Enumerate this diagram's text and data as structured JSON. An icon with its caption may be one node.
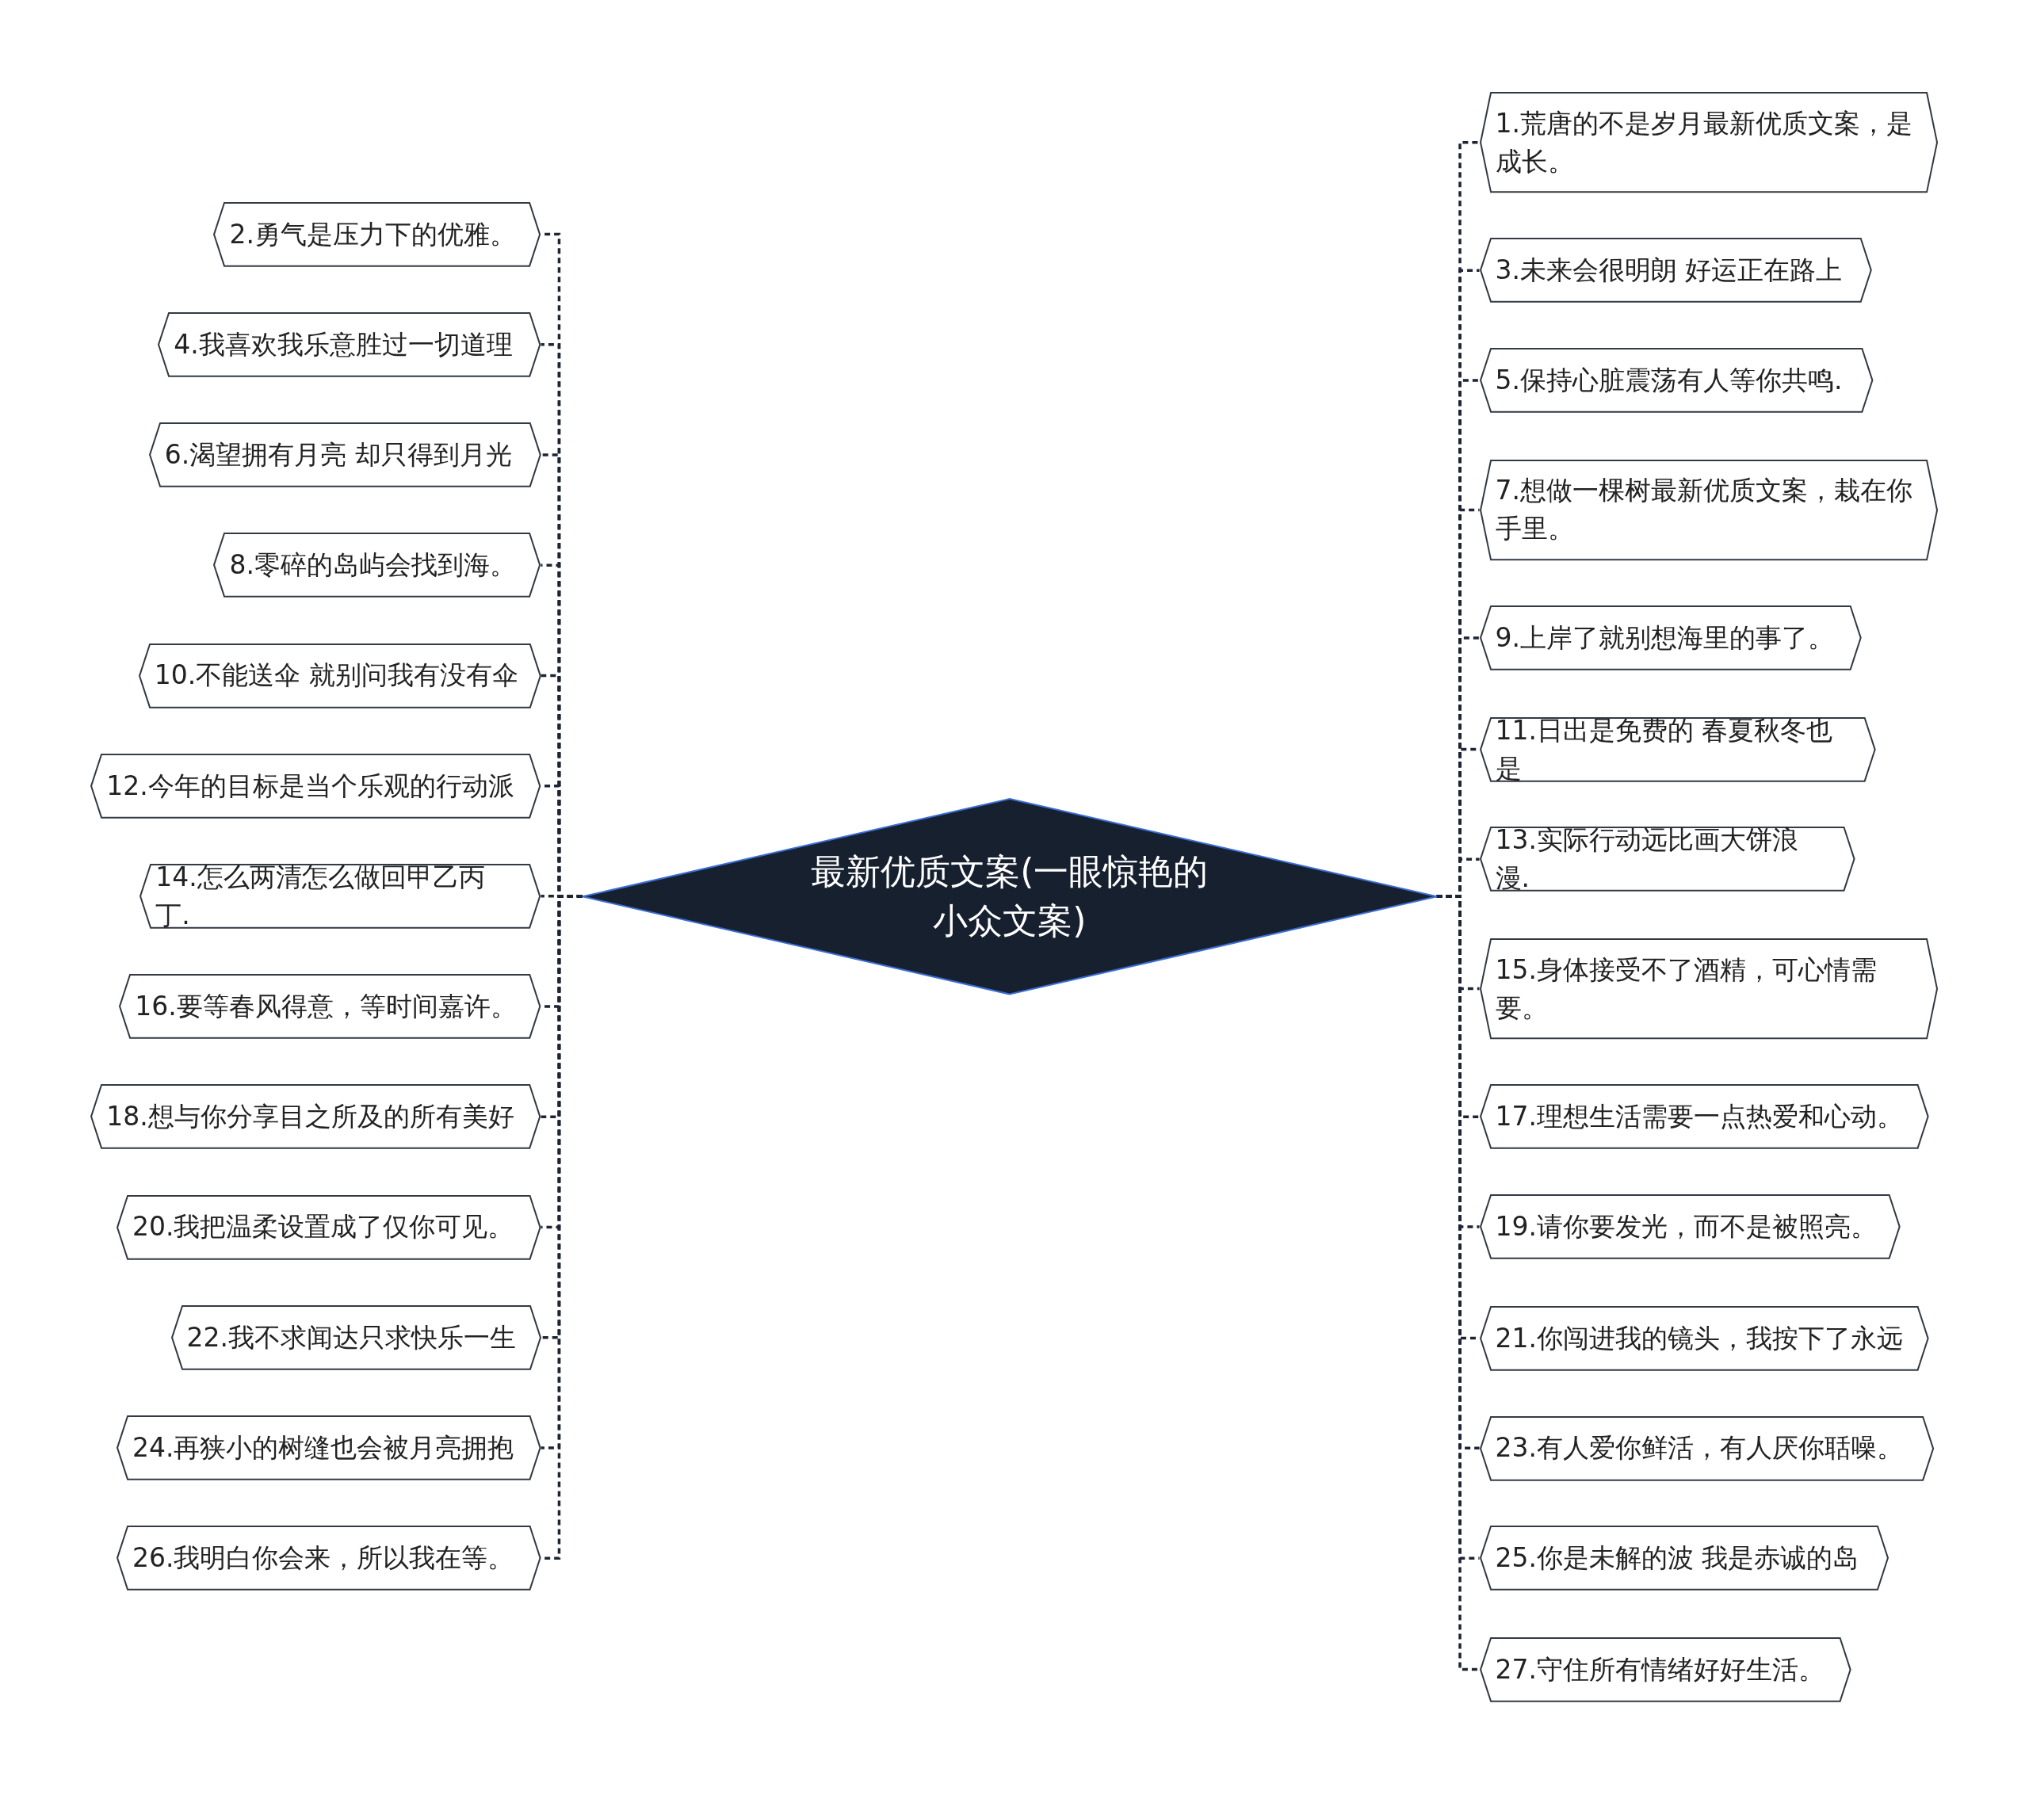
{
  "diagram": {
    "nodes": [
      {
        "text": [
          "最新优质文案(一眼惊艳的小众文案)"
        ]
      },
      {
        "text": [
          "1.荒唐的不是岁月最新优质文案，是成长。"
        ]
      },
      {
        "text": [
          "2.勇气是压力下的优雅。"
        ]
      },
      {
        "text": [
          "3.未来会很明朗 好运正在路上"
        ]
      },
      {
        "text": [
          "4.我喜欢我乐意胜过一切道理"
        ]
      },
      {
        "text": [
          "5.保持心脏震荡有人等你共鸣."
        ]
      },
      {
        "text": [
          "6.渴望拥有月亮 却只得到月光"
        ]
      },
      {
        "text": [
          "7.想做一棵树最新优质文案，栽在你手里。"
        ]
      },
      {
        "text": [
          "8.零碎的岛屿会找到海。"
        ]
      },
      {
        "text": [
          "9.上岸了就别想海里的事了。"
        ]
      },
      {
        "text": [
          "10.不能送伞 就别问我有没有伞"
        ]
      },
      {
        "text": [
          "11.日出是免费的 春夏秋冬也是"
        ]
      },
      {
        "text": [
          "12.今年的目标是当个乐观的行动派"
        ]
      },
      {
        "text": [
          "13.实际行动远比画大饼浪漫."
        ]
      },
      {
        "text": [
          "14.怎么两清怎么做回甲乙丙丁."
        ]
      },
      {
        "text": [
          "15.身体接受不了酒精，可心情需要。"
        ]
      },
      {
        "text": [
          "16.要等春风得意，等时间嘉许。"
        ]
      },
      {
        "text": [
          "17.理想生活需要一点热爱和心动。"
        ]
      },
      {
        "text": [
          "18.想与你分享目之所及的所有美好"
        ]
      },
      {
        "text": [
          "19.请你要发光，而不是被照亮。"
        ]
      },
      {
        "text": [
          "20.我把温柔设置成了仅你可见。"
        ]
      },
      {
        "text": [
          "21.你闯进我的镜头，我按下了永远"
        ]
      },
      {
        "text": [
          "22.我不求闻达只求快乐一生"
        ]
      },
      {
        "text": [
          "23.有人爱你鲜活，有人厌你聒噪。"
        ]
      },
      {
        "text": [
          "24.再狭小的树缝也会被月亮拥抱"
        ]
      },
      {
        "text": [
          "25.你是未解的波 我是赤诚的岛"
        ]
      },
      {
        "text": [
          "26.我明白你会来，所以我在等。"
        ]
      },
      {
        "text": [
          "27.守住所有情绪好好生活。"
        ]
      }
    ],
    "edges": [
      {
        "from": 0,
        "to": 1,
        "arrow": "none",
        "style": "dashed"
      },
      {
        "from": 0,
        "to": 2,
        "arrow": "none",
        "style": "dashed"
      },
      {
        "from": 0,
        "to": 3,
        "arrow": "none",
        "style": "dashed"
      },
      {
        "from": 0,
        "to": 4,
        "arrow": "none",
        "style": "dashed"
      },
      {
        "from": 0,
        "to": 5,
        "arrow": "none",
        "style": "dashed"
      },
      {
        "from": 0,
        "to": 6,
        "arrow": "none",
        "style": "dashed"
      },
      {
        "from": 0,
        "to": 7,
        "arrow": "none",
        "style": "dashed"
      },
      {
        "from": 0,
        "to": 8,
        "arrow": "none",
        "style": "dashed"
      },
      {
        "from": 0,
        "to": 9,
        "arrow": "none",
        "style": "dashed"
      },
      {
        "from": 0,
        "to": 10,
        "arrow": "none",
        "style": "dashed"
      },
      {
        "from": 0,
        "to": 11,
        "arrow": "none",
        "style": "dashed"
      },
      {
        "from": 0,
        "to": 12,
        "arrow": "none",
        "style": "dashed"
      },
      {
        "from": 0,
        "to": 13,
        "arrow": "none",
        "style": "dashed"
      },
      {
        "from": 0,
        "to": 14,
        "arrow": "none",
        "style": "dashed"
      },
      {
        "from": 0,
        "to": 15,
        "arrow": "none",
        "style": "dashed"
      },
      {
        "from": 0,
        "to": 16,
        "arrow": "none",
        "style": "dashed"
      },
      {
        "from": 0,
        "to": 17,
        "arrow": "none",
        "style": "dashed"
      },
      {
        "from": 0,
        "to": 18,
        "arrow": "none",
        "style": "dashed"
      },
      {
        "from": 0,
        "to": 19,
        "arrow": "none",
        "style": "dashed"
      },
      {
        "from": 0,
        "to": 20,
        "arrow": "none",
        "style": "dashed"
      },
      {
        "from": 0,
        "to": 21,
        "arrow": "none",
        "style": "dashed"
      },
      {
        "from": 0,
        "to": 22,
        "arrow": "none",
        "style": "dashed"
      },
      {
        "from": 0,
        "to": 23,
        "arrow": "none",
        "style": "dashed"
      },
      {
        "from": 0,
        "to": 24,
        "arrow": "none",
        "style": "dashed"
      },
      {
        "from": 0,
        "to": 25,
        "arrow": "none",
        "style": "dashed"
      },
      {
        "from": 0,
        "to": 26,
        "arrow": "none",
        "style": "dashed"
      },
      {
        "from": 0,
        "to": 27,
        "arrow": "none",
        "style": "dashed"
      }
    ]
  }
}
